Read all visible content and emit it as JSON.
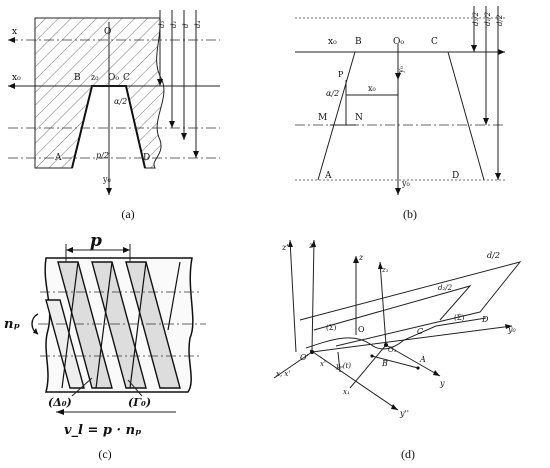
{
  "panel_a": {
    "caption": "(a)",
    "labels": {
      "x": "x",
      "O": "O",
      "x0": "x₀",
      "B": "B",
      "z0": "z₀",
      "O0": "O₀",
      "C": "C",
      "half_angle": "α/2",
      "A": "A",
      "half_pitch": "p/2",
      "D": "D",
      "y0": "y₀",
      "d2": "d₂",
      "d1": "d₁",
      "d": "d",
      "d4": "d₄"
    }
  },
  "panel_b": {
    "caption": "(b)",
    "labels": {
      "x0": "x₀",
      "B": "B",
      "O0": "O₀",
      "C": "C",
      "P": "P",
      "yp": "y₀",
      "half_angle": "α/2",
      "xp": "x₀",
      "M": "M",
      "N": "N",
      "A": "A",
      "y0": "y₀",
      "D": "D",
      "d2_half": "d₂/2",
      "d1_half": "d₁/2",
      "d_half": "d/2"
    }
  },
  "panel_c": {
    "caption": "(c)",
    "labels": {
      "p": "p",
      "np": "nₚ",
      "delta0": "(Δ₀)",
      "gamma0": "(Γ₀)",
      "formula": "v_l = p · nₚ"
    }
  },
  "panel_d": {
    "caption": "(d)",
    "labels": {
      "z_double": "z''",
      "z_prime": "z'",
      "z": "z",
      "z1": "z₁",
      "d_half": "d/2",
      "d2_half": "d₂/2",
      "delta_c": "(Σ)",
      "O_prime": "O'",
      "O": "O",
      "C": "C",
      "D": "D",
      "y0": "y₀",
      "O1": "O₁",
      "A": "A",
      "B": "B",
      "y": "y",
      "yp": "yₚ(t)",
      "x_prime": "x'",
      "x1": "x₁",
      "y_double": "y''",
      "D_label": "(Σ)",
      "x_dd": "x, x'"
    }
  }
}
